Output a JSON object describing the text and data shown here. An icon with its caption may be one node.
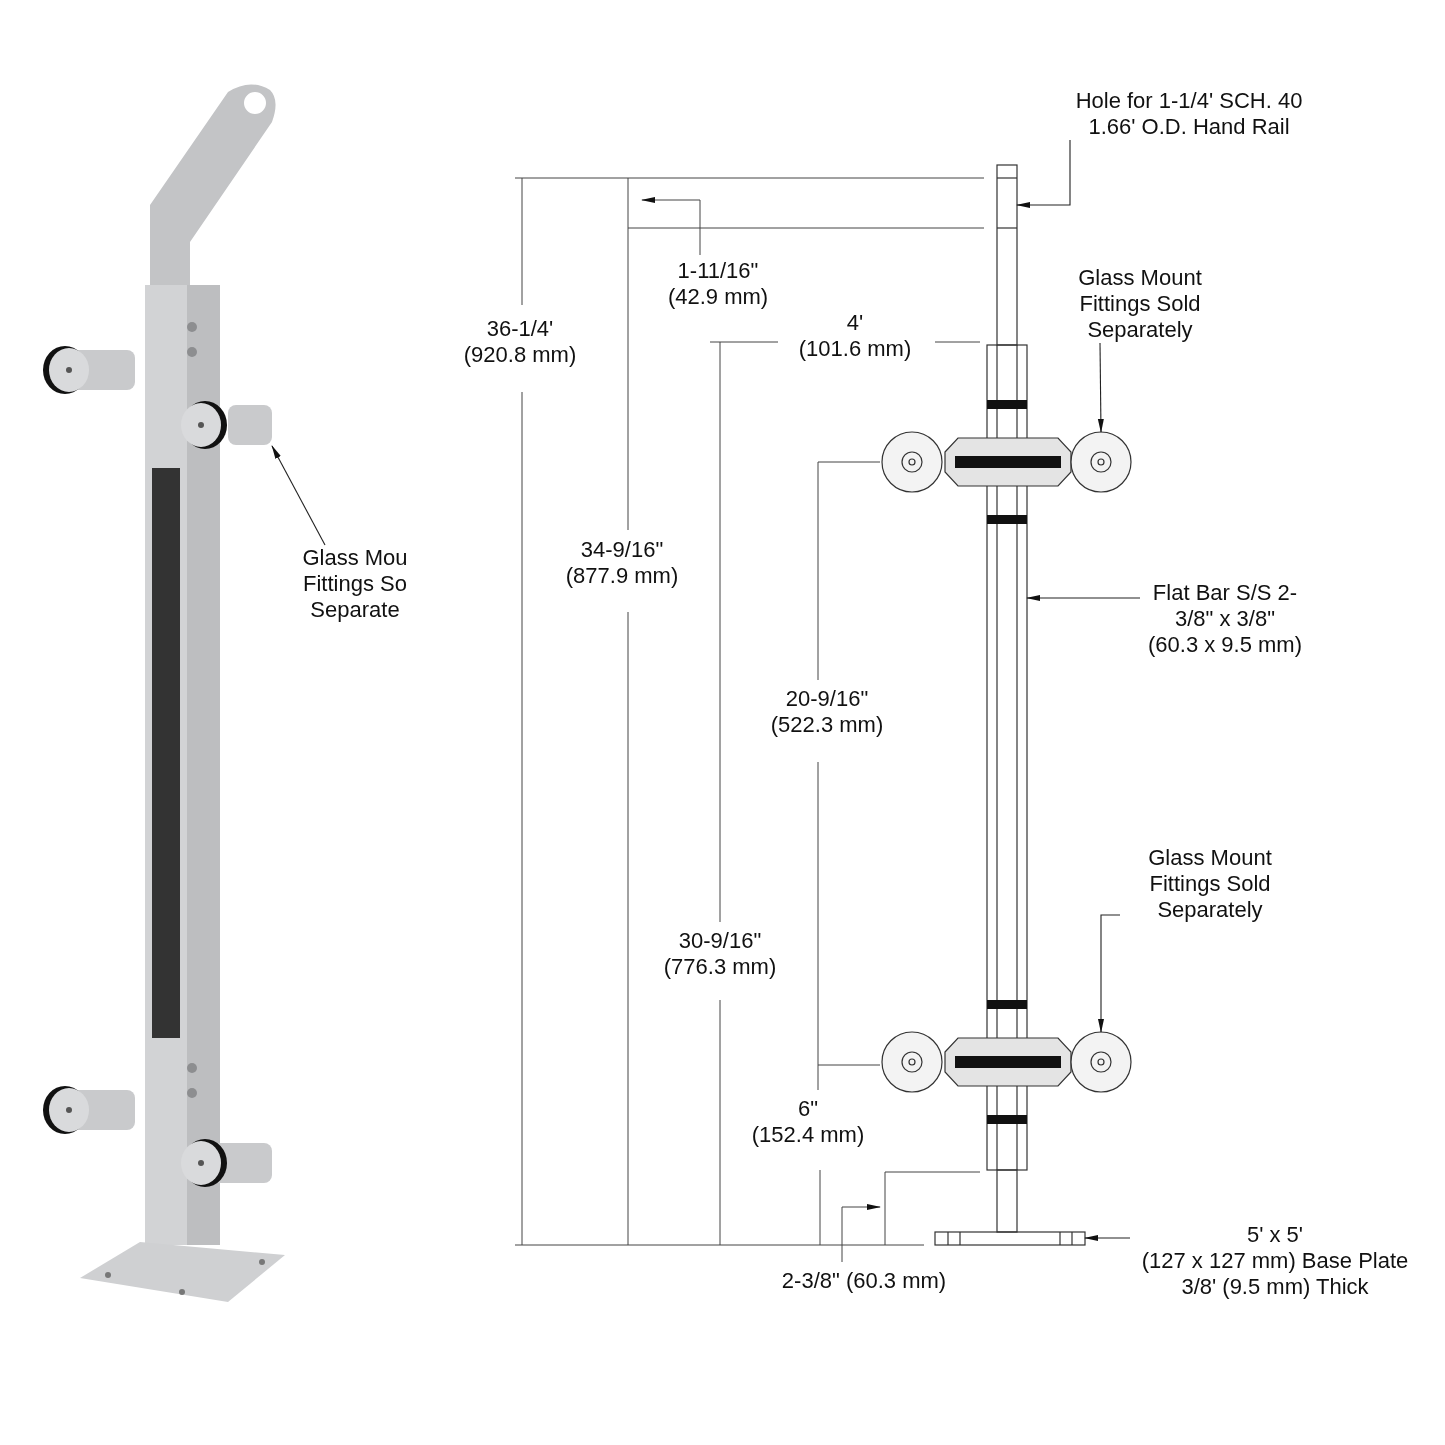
{
  "diagram": {
    "nodes": [
      {
        "text": [
          "Glass Mou Fittings So Separate"
        ]
      },
      {
        "text": [
          "Hole for 1-1/4' SCH. 40 1.66' O.D. Hand Rail"
        ]
      },
      {
        "text": [
          "Glass Mount Fittings Sold Separately"
        ]
      },
      {
        "text": [
          "Flat Bar S/S 2-3/8\" x 3/8\" (60.3 x 9.5 mm)"
        ]
      },
      {
        "text": [
          "Glass Mount Fittings Sold Separately"
        ]
      },
      {
        "text": [
          "5' x 5' (127 x 127 mm) Base Plate 3/8' (9.5 mm) Thick"
        ]
      },
      {
        "text": [],
        "shape": "cylinder"
      },
      {
        "text": [],
        "shape": "box"
      },
      {
        "text": [],
        "shape": "circle"
      },
      {
        "text": [],
        "shape": "bar"
      },
      {
        "text": [],
        "shape": "circle"
      },
      {
        "text": [],
        "shape": "bar"
      }
    ],
    "edges": [
      {
        "from": 0,
        "to": 6,
        "arrow": "to"
      },
      {
        "from": 1,
        "to": 7,
        "arrow": "to"
      },
      {
        "from": 2,
        "to": 8,
        "arrow": "to"
      },
      {
        "from": 3,
        "to": 9,
        "arrow": "to"
      },
      {
        "from": 4,
        "to": 10,
        "arrow": "to"
      },
      {
        "from": 5,
        "to": 11,
        "arrow": "to"
      }
    ],
    "labels": [
      "1-11/16\" (42.9 mm)",
      "36-1/4' (920.8 mm)",
      "4' (101.6 mm)",
      "34-9/16\" (877.9 mm)",
      "20-9/16\" (522.3 mm)",
      "30-9/16\" (776.3 mm)",
      "6\" (152.4 mm)",
      "2-3/8\" (60.3 mm)"
    ]
  }
}
